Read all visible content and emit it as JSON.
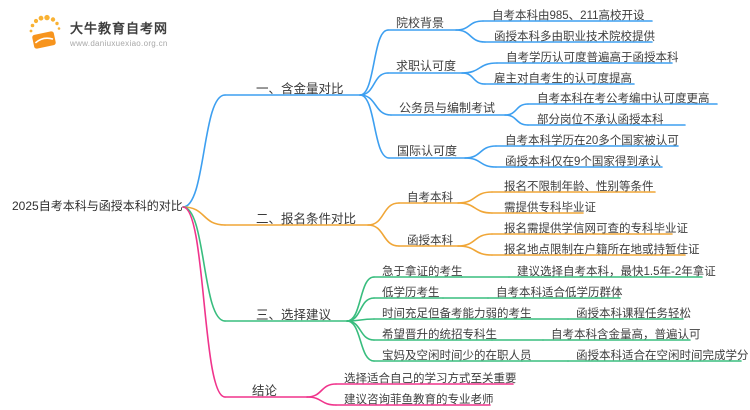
{
  "logo": {
    "site_name": "大牛教育自考网",
    "site_url": "www.daniuxuexiao.org.cn"
  },
  "root": {
    "label": "2025自考本科与函授本科的对比"
  },
  "branches": [
    {
      "label": "一、含金量对比",
      "color": "#3d9ff0",
      "children": [
        {
          "label": "院校背景",
          "leaves": [
            "自考本科由985、211高校开设",
            "函授本科多由职业技术院校提供"
          ]
        },
        {
          "label": "求职认可度",
          "leaves": [
            "自考学历认可度普遍高于函授本科",
            "雇主对自考生的认可度提高"
          ]
        },
        {
          "label": "公务员与编制考试",
          "leaves": [
            "自考本科在考公考编中认可度更高",
            "部分岗位不承认函授本科"
          ]
        },
        {
          "label": "国际认可度",
          "leaves": [
            "自考本科学历在20多个国家被认可",
            "函授本科仅在9个国家得到承认"
          ]
        }
      ]
    },
    {
      "label": "二、报名条件对比",
      "color": "#f0a637",
      "children": [
        {
          "label": "自考本科",
          "leaves": [
            "报名不限制年龄、性别等条件",
            "需提供专科毕业证"
          ]
        },
        {
          "label": "函授本科",
          "leaves": [
            "报名需提供学信网可查的专科毕业证",
            "报名地点限制在户籍所在地或持暂住证"
          ]
        }
      ]
    },
    {
      "label": "三、选择建议",
      "color": "#38bd7e",
      "children": [
        {
          "label": "急于拿证的考生",
          "leaves": [
            "建议选择自考本科，最快1.5年-2年拿证"
          ]
        },
        {
          "label": "低学历考生",
          "leaves": [
            "自考本科适合低学历群体"
          ]
        },
        {
          "label": "时间充足但备考能力弱的考生",
          "leaves": [
            "函授本科课程任务轻松"
          ]
        },
        {
          "label": "希望晋升的统招专科生",
          "leaves": [
            "自考本科含金量高，普遍认可"
          ]
        },
        {
          "label": "宝妈及空闲时间少的在职人员",
          "leaves": [
            "函授本科适合在空闲时间完成学分"
          ]
        }
      ]
    },
    {
      "label": "结论",
      "color": "#f0348c",
      "leaves": [
        "选择适合自己的学习方式至关重要",
        "建议咨询菲鱼教育的专业老师"
      ]
    }
  ]
}
